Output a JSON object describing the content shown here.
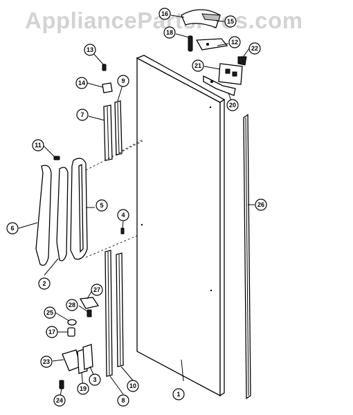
{
  "watermark": "AppliancePartsPros.com",
  "callouts": [
    {
      "id": "1",
      "label": "1"
    },
    {
      "id": "2",
      "label": "2"
    },
    {
      "id": "3",
      "label": "3"
    },
    {
      "id": "4",
      "label": "4"
    },
    {
      "id": "5",
      "label": "5"
    },
    {
      "id": "6",
      "label": "6"
    },
    {
      "id": "7",
      "label": "7"
    },
    {
      "id": "8",
      "label": "8"
    },
    {
      "id": "9",
      "label": "9"
    },
    {
      "id": "10",
      "label": "10"
    },
    {
      "id": "11",
      "label": "11"
    },
    {
      "id": "12",
      "label": "12"
    },
    {
      "id": "13",
      "label": "13"
    },
    {
      "id": "14",
      "label": "14"
    },
    {
      "id": "15",
      "label": "15"
    },
    {
      "id": "16",
      "label": "16"
    },
    {
      "id": "17",
      "label": "17"
    },
    {
      "id": "18",
      "label": "18"
    },
    {
      "id": "19",
      "label": "19"
    },
    {
      "id": "20",
      "label": "20"
    },
    {
      "id": "21",
      "label": "21"
    },
    {
      "id": "22",
      "label": "22"
    },
    {
      "id": "23",
      "label": "23"
    },
    {
      "id": "24",
      "label": "24"
    },
    {
      "id": "25",
      "label": "25"
    },
    {
      "id": "26",
      "label": "26"
    },
    {
      "id": "27",
      "label": "27"
    },
    {
      "id": "28",
      "label": "28"
    }
  ]
}
